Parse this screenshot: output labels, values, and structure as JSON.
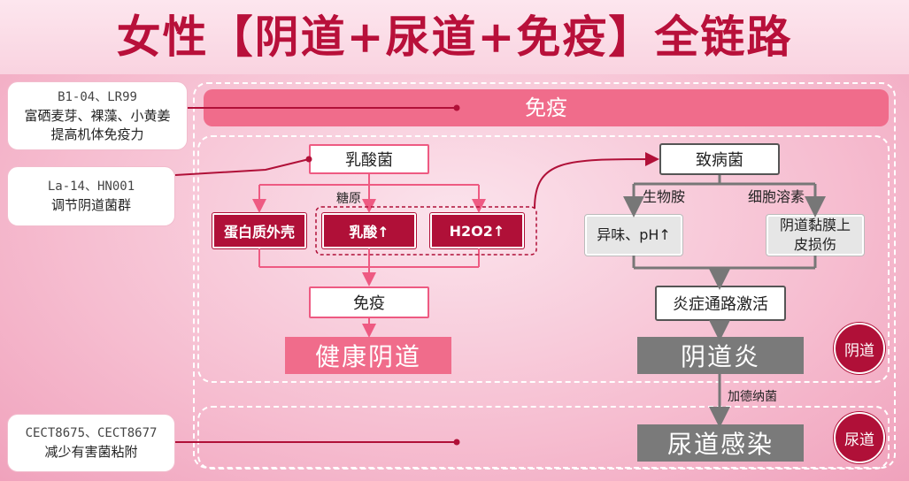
{
  "title": "女性【阴道+尿道+免疫】全链路",
  "side_cards": [
    {
      "code": "B1-04、LR99",
      "lines": [
        "富硒麦芽、裸藻、小黄姜",
        "提高机体免疫力"
      ]
    },
    {
      "code": "La-14、HN001",
      "lines": [
        "调节阴道菌群"
      ]
    },
    {
      "code": "CECT8675、CECT8677",
      "lines": [
        "减少有害菌粘附"
      ]
    }
  ],
  "immune_bar": "免疫",
  "left_flow": {
    "lactobacillus": "乳酸菌",
    "glycogen": "糖原",
    "protein_shell": "蛋白质外壳",
    "lactic_acid": "乳酸↑",
    "h2o2": "H2O2↑",
    "immunity": "免疫",
    "healthy": "健康阴道"
  },
  "right_flow": {
    "pathogen": "致病菌",
    "biogenic_amine": "生物胺",
    "cytolysin": "细胞溶素",
    "odor_ph": "异味、pH↑",
    "mucosa": "阴道黏膜上\n皮损伤",
    "inflammation": "炎症通路激活",
    "vaginitis": "阴道炎",
    "gardnerella": "加德纳菌",
    "uti": "尿道感染"
  },
  "badges": {
    "vagina": "阴道",
    "urethra": "尿道"
  },
  "colors": {
    "accent_red": "#b01038",
    "pink": "#f06c8b",
    "gray": "#7a7a7a"
  }
}
